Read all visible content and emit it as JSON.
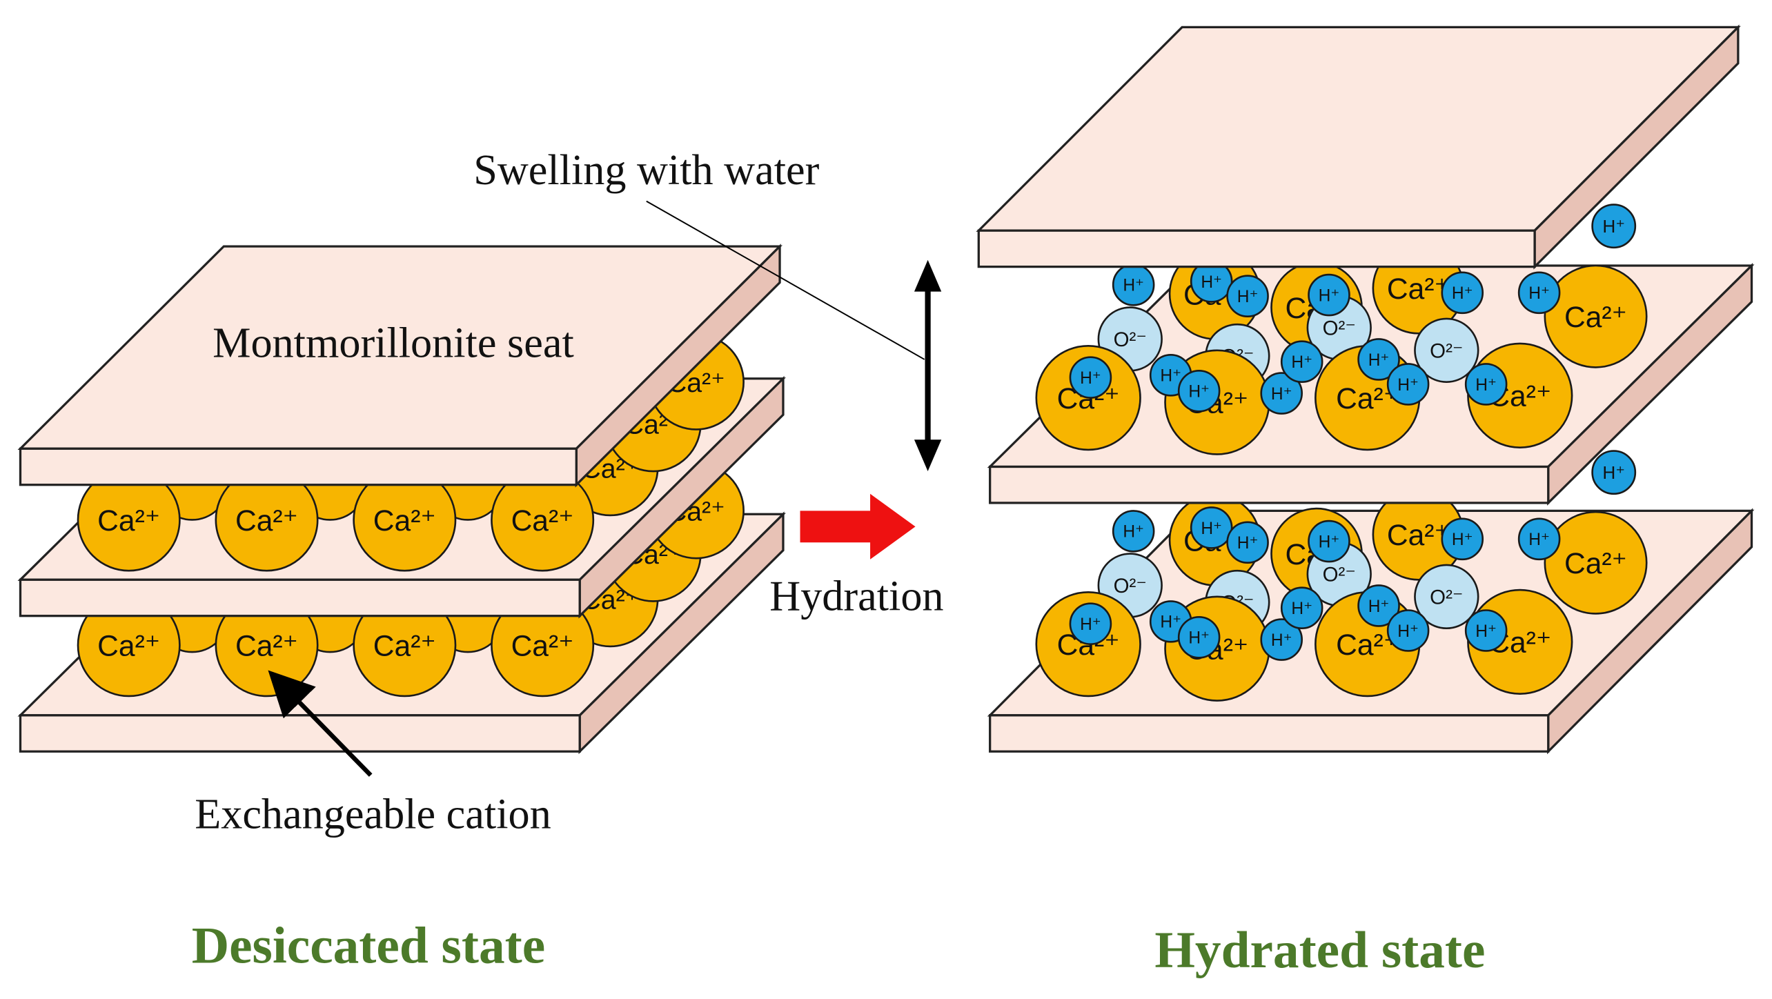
{
  "labels": {
    "montmorillonite": "Montmorillonite seat",
    "swelling": "Swelling with water",
    "hydration": "Hydration",
    "exchangeable": "Exchangeable cation"
  },
  "states": {
    "desiccated": "Desiccated state",
    "hydrated": "Hydrated state"
  },
  "ions": {
    "ca": "Ca²⁺",
    "o": "O²⁻",
    "h": "H⁺"
  },
  "colors": {
    "sheet_top": "#fce8e0",
    "sheet_edge": "#e8c2b6",
    "ca": "#f7b500",
    "o": "#bfe1f2",
    "h": "#1d9fe0",
    "arrow": "#ee1111",
    "state_text": "#4c7a2a"
  }
}
